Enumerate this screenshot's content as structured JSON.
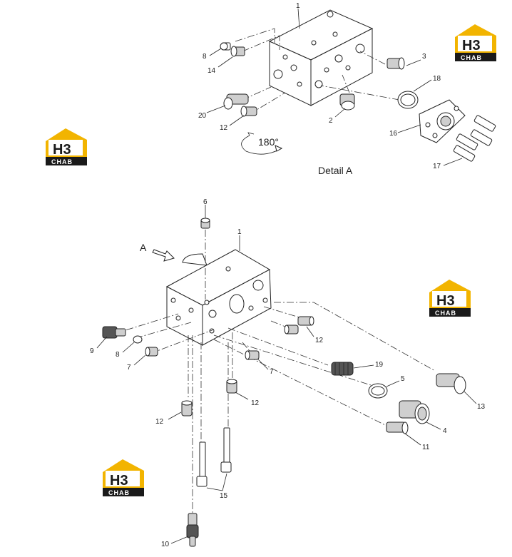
{
  "diagram": {
    "detail_caption": "Detail A",
    "rotation_label": "180°",
    "view_arrow_label": "A",
    "detail_callouts": [
      "1",
      "3",
      "18",
      "16",
      "17",
      "8",
      "14",
      "20",
      "12",
      "2"
    ],
    "main_callouts": [
      "6",
      "1",
      "12",
      "9",
      "8",
      "7",
      "7",
      "19",
      "5",
      "13",
      "12",
      "12",
      "4",
      "11",
      "15",
      "10"
    ]
  },
  "watermark": {
    "mark": "H3",
    "word": "CHAB",
    "colors": {
      "accent": "#f2b400",
      "dark": "#1a1a1a",
      "light": "#ffffff"
    }
  }
}
